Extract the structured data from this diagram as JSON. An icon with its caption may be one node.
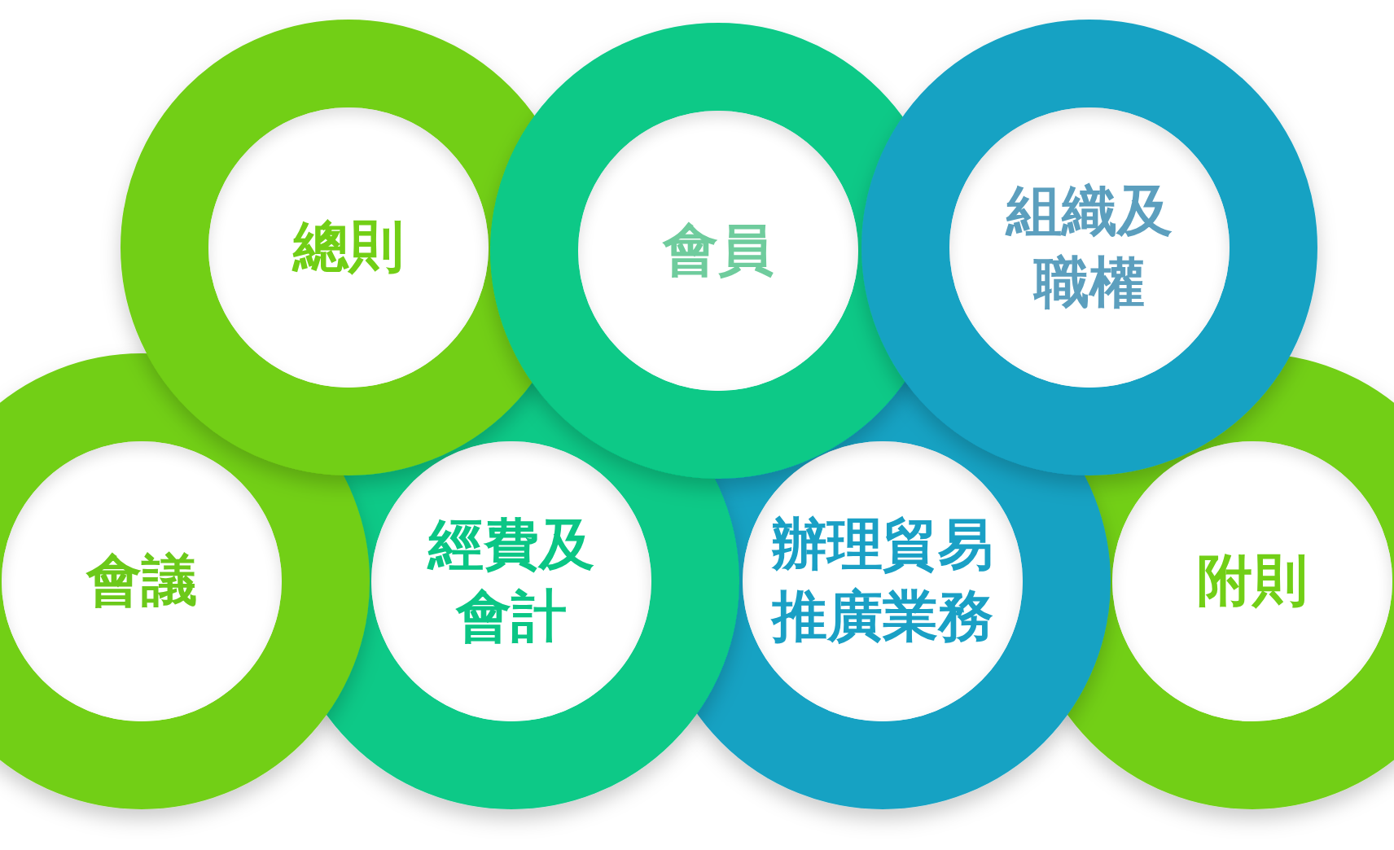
{
  "diagram": {
    "nodes": [
      {
        "text": [
          "總則"
        ]
      },
      {
        "text": [
          "會員"
        ]
      },
      {
        "text": [
          "組織及職權"
        ]
      },
      {
        "text": [
          "會議"
        ]
      },
      {
        "text": [
          "經費及會計"
        ]
      },
      {
        "text": [
          "辦理貿易推廣業務"
        ]
      },
      {
        "text": [
          "附則"
        ]
      }
    ]
  }
}
